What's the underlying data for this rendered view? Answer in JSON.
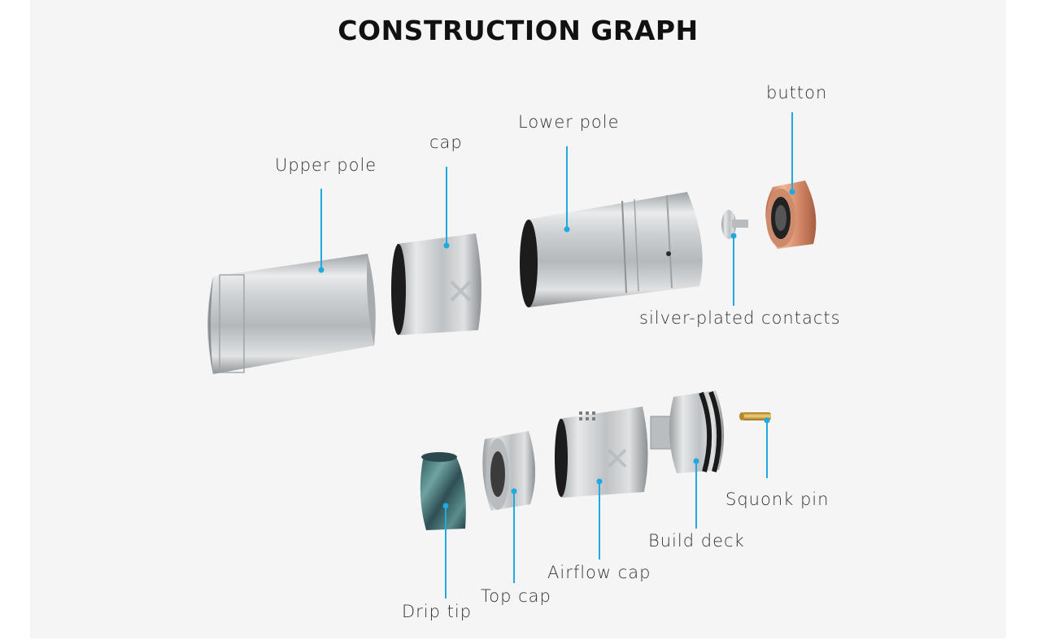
{
  "title": "CONSTRUCTION GRAPH",
  "colors": {
    "background": "#f5f5f5",
    "leader_line": "#1fa9e1",
    "steel": "#c9ccce",
    "copper": "#d08a6a",
    "brass": "#d4a53c",
    "drip_tip": "#3d6f6f"
  },
  "labels": {
    "upper_pole": "Upper pole",
    "cap": "cap",
    "lower_pole": "Lower pole",
    "button": "button",
    "contacts": "silver-plated contacts",
    "drip_tip": "Drip tip",
    "top_cap": "Top cap",
    "airflow_cap": "Airflow cap",
    "build_deck": "Build deck",
    "squonk_pin": "Squonk pin"
  }
}
